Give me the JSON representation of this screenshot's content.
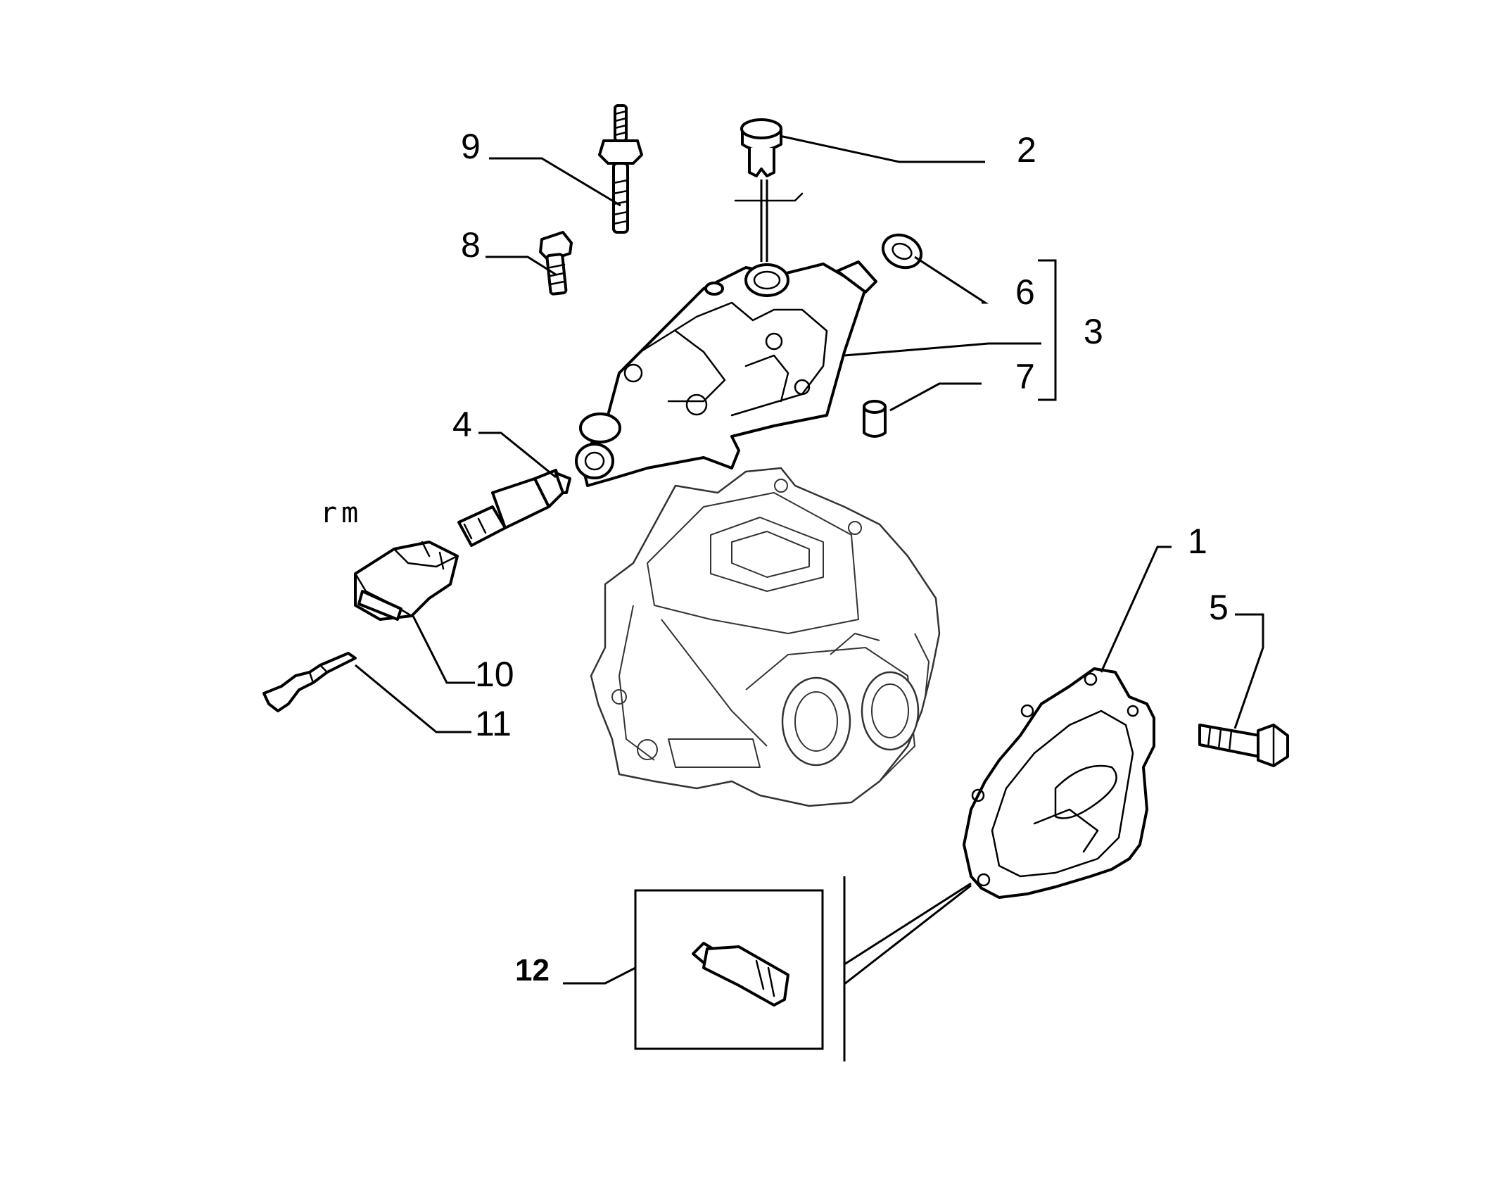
{
  "callouts": [
    {
      "id": "1",
      "text": "1"
    },
    {
      "id": "2",
      "text": "2"
    },
    {
      "id": "3",
      "text": "3"
    },
    {
      "id": "4",
      "text": "4"
    },
    {
      "id": "5",
      "text": "5"
    },
    {
      "id": "6",
      "text": "6"
    },
    {
      "id": "7",
      "text": "7"
    },
    {
      "id": "8",
      "text": "8"
    },
    {
      "id": "9",
      "text": "9"
    },
    {
      "id": "10",
      "text": "10"
    },
    {
      "id": "11",
      "text": "11"
    },
    {
      "id": "12",
      "text": "12"
    }
  ],
  "note": "rm"
}
